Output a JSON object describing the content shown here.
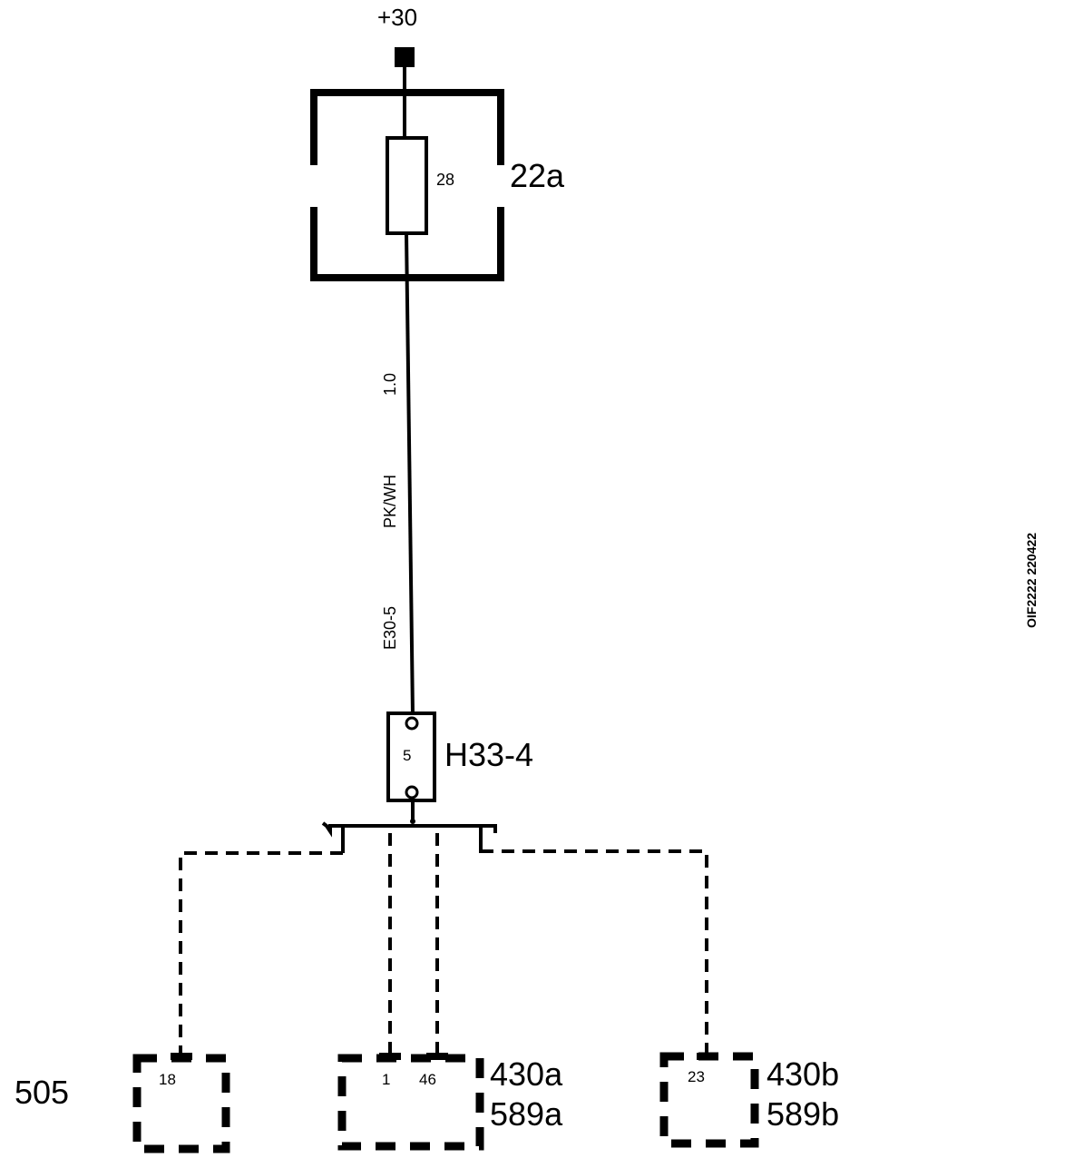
{
  "supply": {
    "label": "+30"
  },
  "fuse_box": {
    "id": "22a",
    "fuse_number": "28"
  },
  "wire": {
    "size": "1.0",
    "color": "PK/WH",
    "circuit": "E30-5"
  },
  "connector": {
    "id": "H33-4",
    "pin": "5"
  },
  "side_label": "OIF2222 220422",
  "components": [
    {
      "id": "505",
      "pins": [
        "18"
      ],
      "labels": []
    },
    {
      "pins": [
        "1",
        "46"
      ],
      "labels": [
        "430a",
        "589a"
      ]
    },
    {
      "pins": [
        "23"
      ],
      "labels": [
        "430b",
        "589b"
      ]
    }
  ]
}
